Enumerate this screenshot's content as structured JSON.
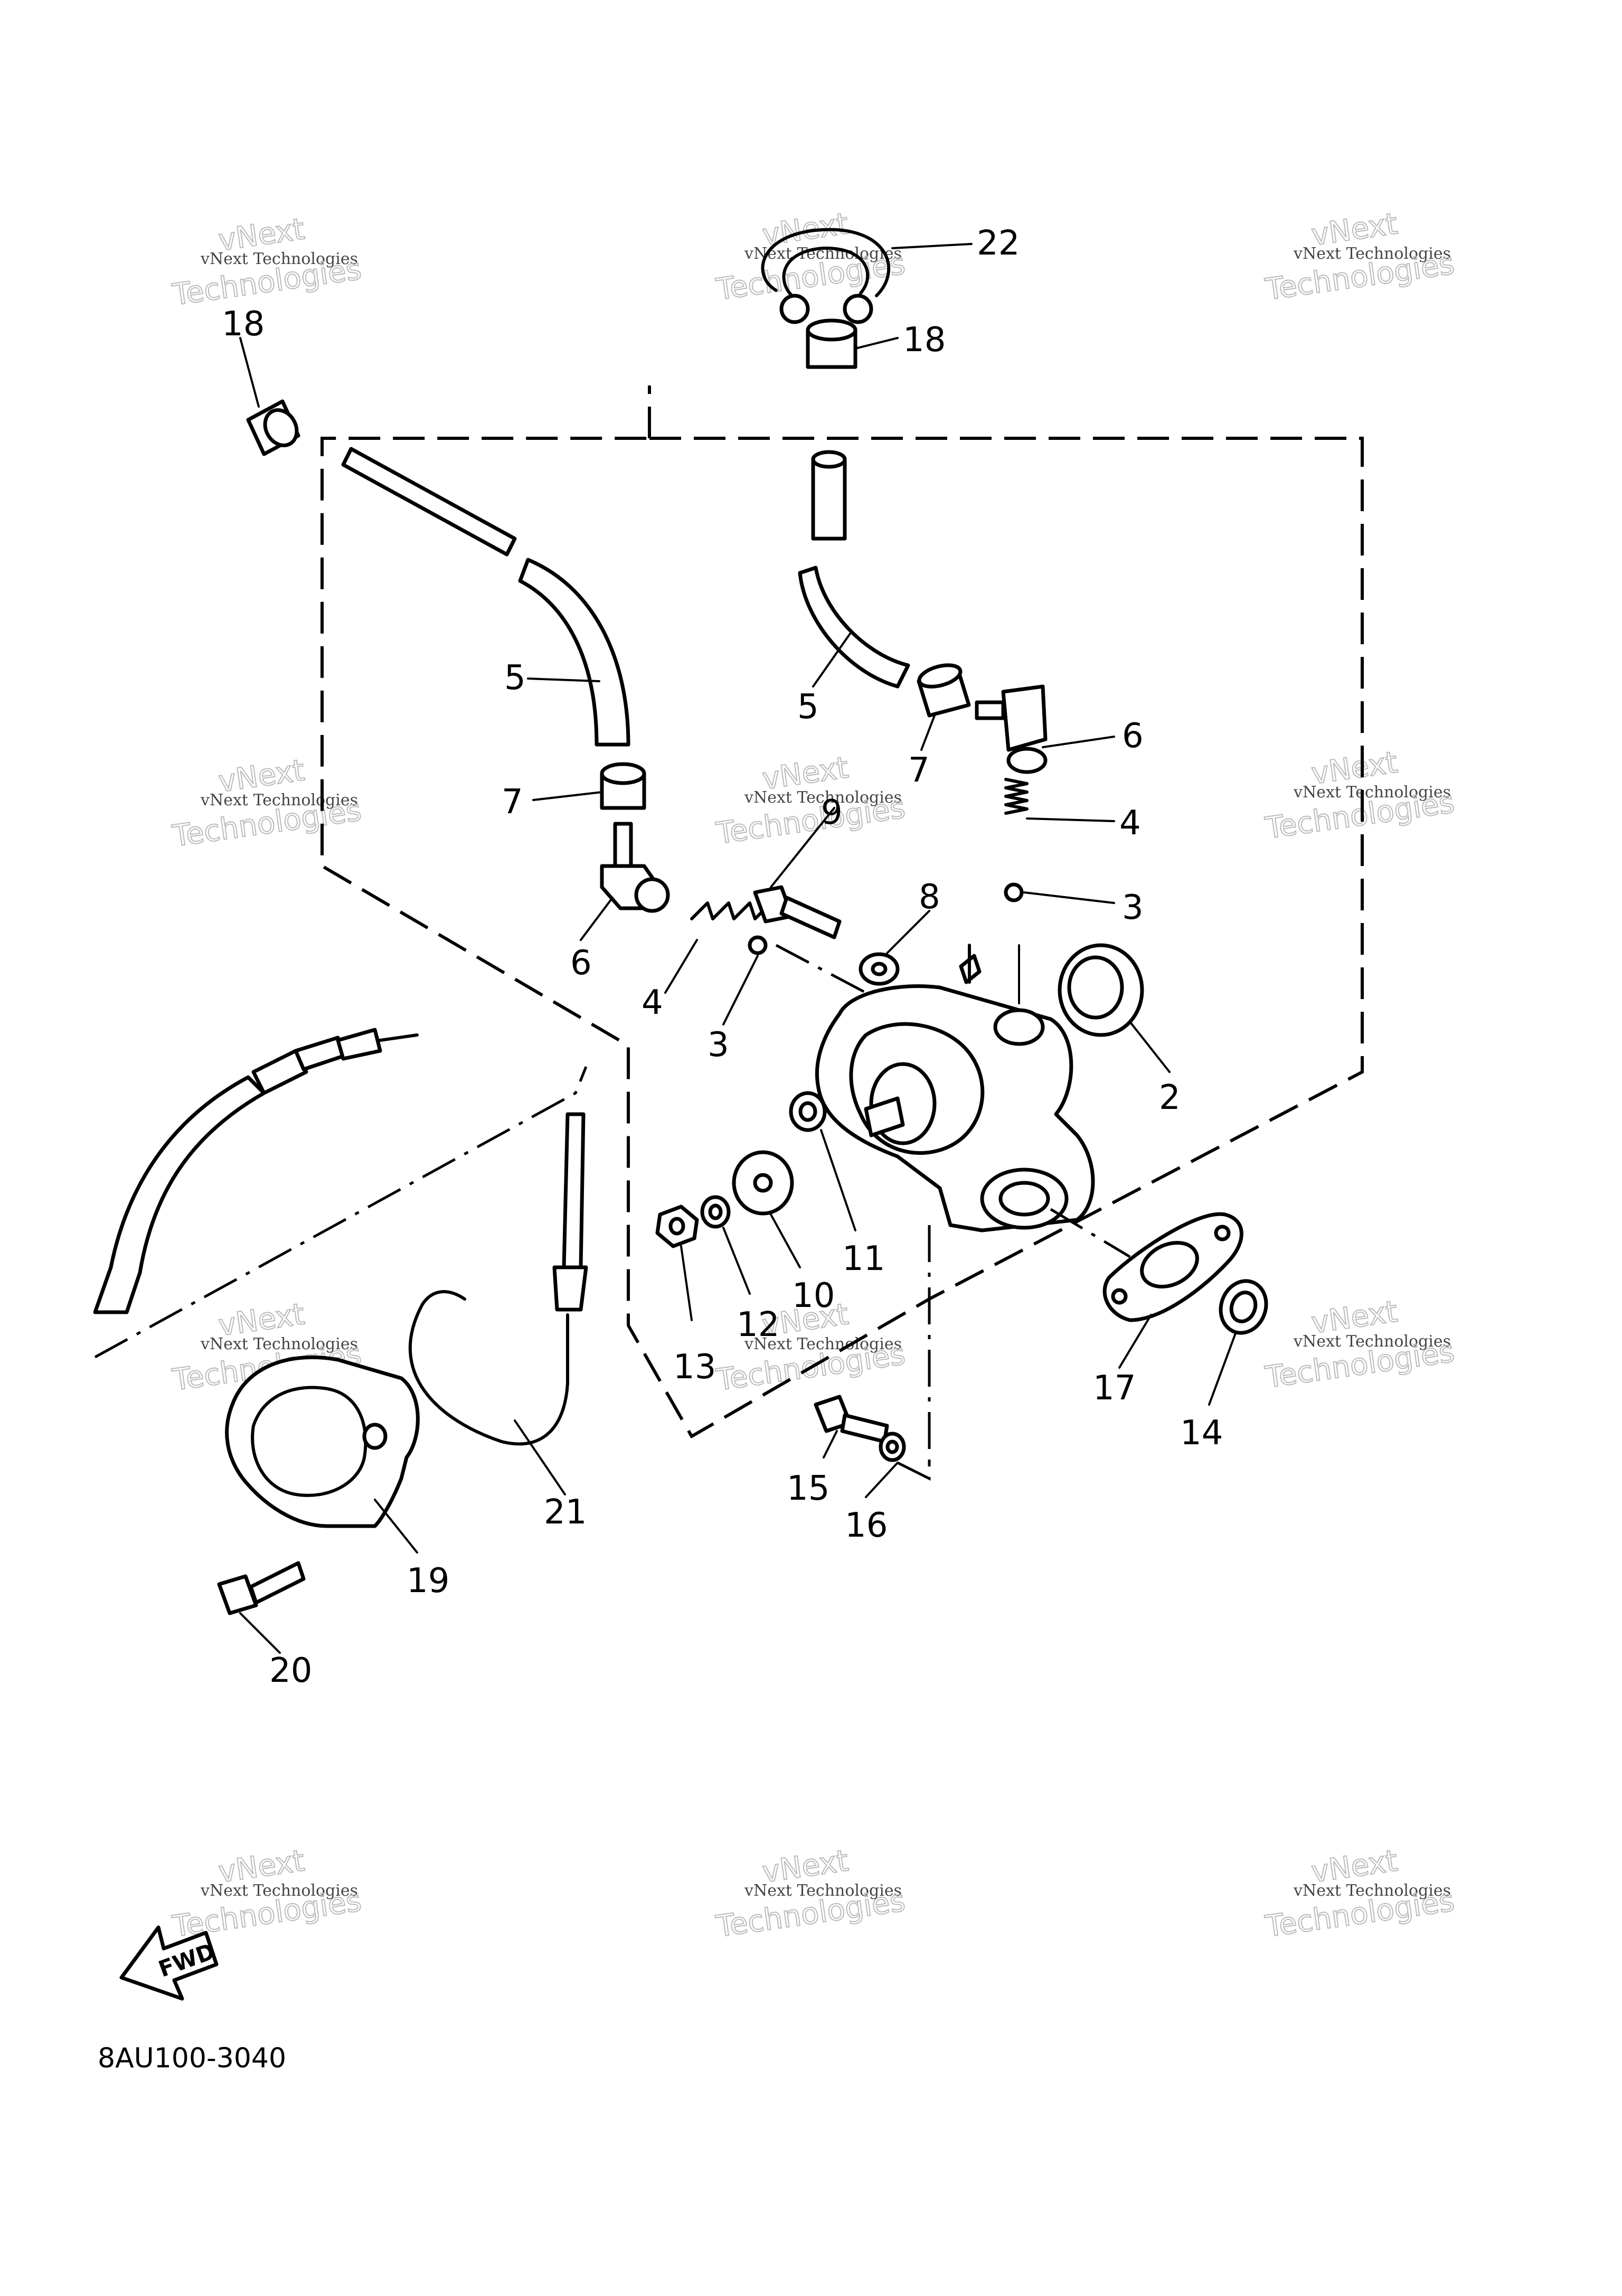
{
  "diagram": {
    "part_code": "8AU100-3040",
    "fwd_label": "FWD"
  },
  "callouts": [
    {
      "id": "c2",
      "text": "2"
    },
    {
      "id": "c3a",
      "text": "3"
    },
    {
      "id": "c3b",
      "text": "3"
    },
    {
      "id": "c4a",
      "text": "4"
    },
    {
      "id": "c4b",
      "text": "4"
    },
    {
      "id": "c5a",
      "text": "5"
    },
    {
      "id": "c5b",
      "text": "5"
    },
    {
      "id": "c6a",
      "text": "6"
    },
    {
      "id": "c6b",
      "text": "6"
    },
    {
      "id": "c7a",
      "text": "7"
    },
    {
      "id": "c7b",
      "text": "7"
    },
    {
      "id": "c8",
      "text": "8"
    },
    {
      "id": "c9",
      "text": "9"
    },
    {
      "id": "c10",
      "text": "10"
    },
    {
      "id": "c11",
      "text": "11"
    },
    {
      "id": "c12",
      "text": "12"
    },
    {
      "id": "c13",
      "text": "13"
    },
    {
      "id": "c14",
      "text": "14"
    },
    {
      "id": "c15",
      "text": "15"
    },
    {
      "id": "c16",
      "text": "16"
    },
    {
      "id": "c17",
      "text": "17"
    },
    {
      "id": "c18a",
      "text": "18"
    },
    {
      "id": "c18b",
      "text": "18"
    },
    {
      "id": "c19",
      "text": "19"
    },
    {
      "id": "c20",
      "text": "20"
    },
    {
      "id": "c21",
      "text": "21"
    },
    {
      "id": "c22",
      "text": "22"
    }
  ],
  "watermark": {
    "line1": "vNext Technologies",
    "line2": "vNext",
    "line3": "Technologies"
  }
}
